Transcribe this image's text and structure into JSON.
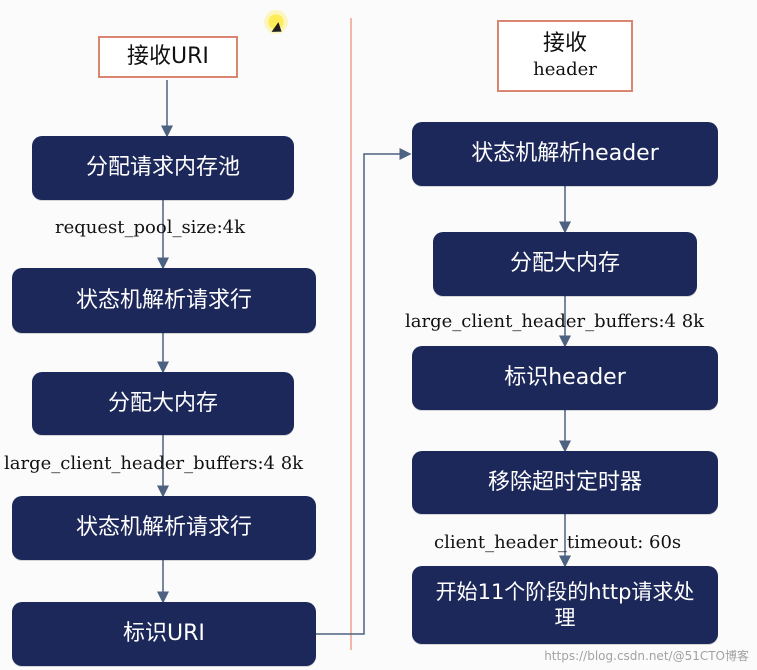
{
  "left_header": {
    "label": "接收URI"
  },
  "right_header": {
    "label": "接收",
    "sublabel": "header"
  },
  "left_flow": {
    "box1": "分配请求内存池",
    "label1": "request_pool_size:4k",
    "box2": "状态机解析请求行",
    "box3": "分配大内存",
    "label2": "large_client_header_buffers:4 8k",
    "box4": "状态机解析请求行",
    "box5": "标识URI"
  },
  "right_flow": {
    "box1": "状态机解析header",
    "box2": "分配大内存",
    "label1": "large_client_header_buffers:4 8k",
    "box3": "标识header",
    "box4": "移除超时定时器",
    "label2": "client_header_timeout: 60s",
    "box5": "开始11个阶段的http请求处理"
  },
  "watermark": {
    "text": "https://blog.csdn.net/@51CTO博客"
  }
}
